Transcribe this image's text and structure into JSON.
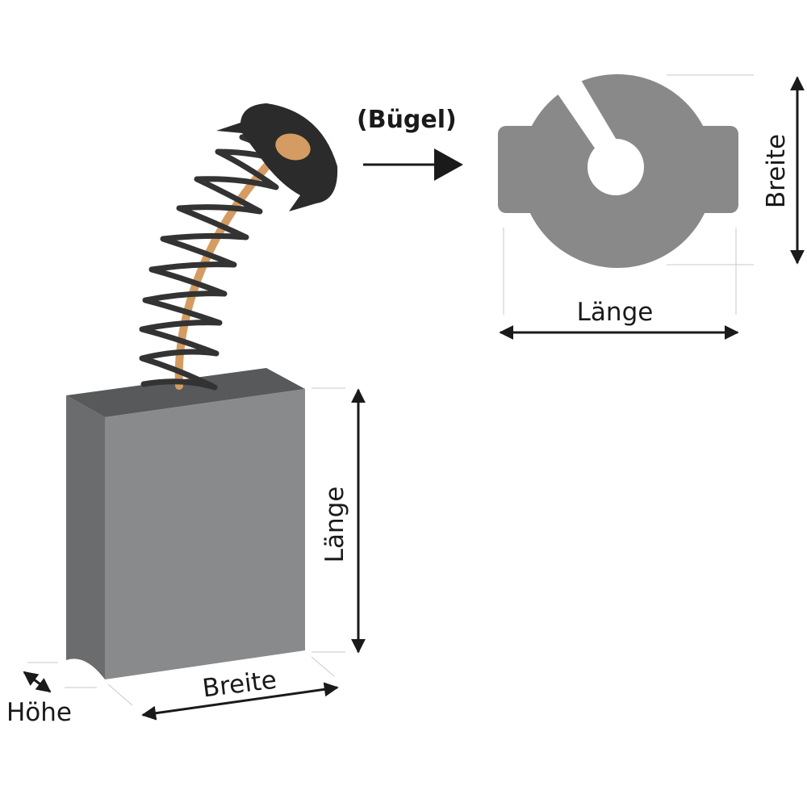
{
  "labels": {
    "buegel": "(Bügel)",
    "plate_breite": "Breite",
    "plate_laenge": "Länge",
    "block_laenge": "Länge",
    "block_breite": "Breite",
    "block_hoehe": "Höhe"
  },
  "colors": {
    "block_front": "#898a8c",
    "block_left": "#6b6c6e",
    "block_top": "#58595b",
    "plate": "#898989",
    "spring": "#333333",
    "cable": "#d49c62",
    "cap": "#2b2b2b",
    "cap_inner": "#d49c62",
    "dimension_line": "#1a1a1a",
    "guide_line": "#c9c9c9"
  }
}
